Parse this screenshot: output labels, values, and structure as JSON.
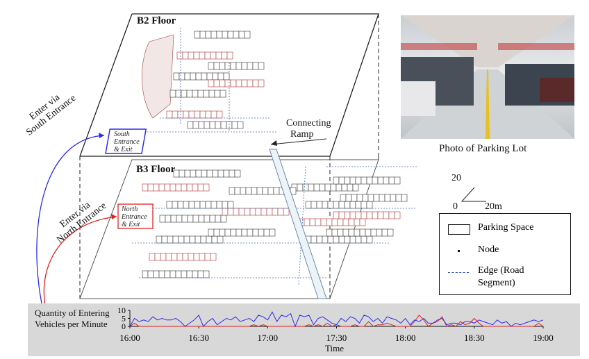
{
  "floors": {
    "b2_title": "B2 Floor",
    "b3_title": "B3 Floor"
  },
  "labels": {
    "south_box": [
      "South",
      "Entrance",
      "& Exit"
    ],
    "north_box": [
      "North",
      "Entrance",
      "& Exit"
    ],
    "enter_south": [
      "Enter via",
      "South Entrance"
    ],
    "enter_north": [
      "Enter via",
      "North Entrance"
    ],
    "ramp": [
      "Connecting",
      "Ramp"
    ],
    "photo_caption": "Photo of Parking Lot"
  },
  "scale": {
    "vertical": "20",
    "origin": "0",
    "horizontal": "20m"
  },
  "legend": {
    "items": [
      {
        "label": "Parking Space"
      },
      {
        "label": "Node"
      },
      {
        "label": "Edge (Road",
        "label2": "Segment)"
      }
    ]
  },
  "colors": {
    "south": "#2a2af0",
    "north": "#e02020",
    "space": "#c03030"
  },
  "chart_data": {
    "type": "line",
    "ylabel": [
      "Quantity of Entering",
      "Vehicles per Minute"
    ],
    "xlabel": "Time",
    "ylim": [
      0,
      10
    ],
    "yticks": [
      "0",
      "5",
      "10"
    ],
    "xticks": [
      "16:00",
      "16:30",
      "17:00",
      "17:30",
      "18:00",
      "18:30",
      "19:00"
    ],
    "x_minutes_step": 2,
    "series": [
      {
        "name": "South Entrance",
        "color": "#2a2af0",
        "values": [
          0,
          5,
          3,
          4,
          3,
          6,
          4,
          5,
          4,
          4,
          5,
          3,
          0,
          2,
          4,
          7,
          0,
          3,
          5,
          1,
          3,
          5,
          4,
          6,
          3,
          4,
          5,
          3,
          7,
          6,
          4,
          9,
          3,
          7,
          6,
          8,
          0,
          7,
          6,
          7,
          1,
          5,
          6,
          4,
          2,
          1,
          5,
          3,
          6,
          5,
          2,
          7,
          6,
          3,
          5,
          2,
          6,
          5,
          4,
          2,
          5,
          1,
          4,
          3,
          5,
          2,
          2,
          4,
          5,
          1,
          2,
          2,
          1,
          3,
          3,
          2,
          4,
          3,
          2,
          1,
          4,
          2,
          3,
          0,
          2,
          1,
          2,
          3,
          4,
          3,
          4
        ]
      },
      {
        "name": "North Entrance",
        "color": "#e02020",
        "values": [
          0,
          2,
          0,
          0,
          0,
          0,
          0,
          0,
          0,
          0,
          0,
          0,
          0,
          0,
          0,
          0,
          0,
          0,
          0,
          0,
          0,
          0,
          0,
          0,
          0,
          0,
          0,
          1,
          0,
          1,
          0,
          0,
          0,
          0,
          0,
          0,
          0,
          0,
          0,
          1,
          0,
          1,
          0,
          2,
          0,
          1,
          0,
          0,
          0,
          1,
          0,
          0,
          3,
          0,
          1,
          1,
          2,
          1,
          0,
          0,
          0,
          0,
          3,
          7,
          4,
          0,
          2,
          3,
          6,
          0,
          1,
          0,
          3,
          1,
          2,
          5,
          2,
          0,
          0,
          0,
          0,
          0,
          0,
          0,
          0,
          0,
          0,
          0,
          0,
          2,
          0
        ]
      }
    ]
  }
}
